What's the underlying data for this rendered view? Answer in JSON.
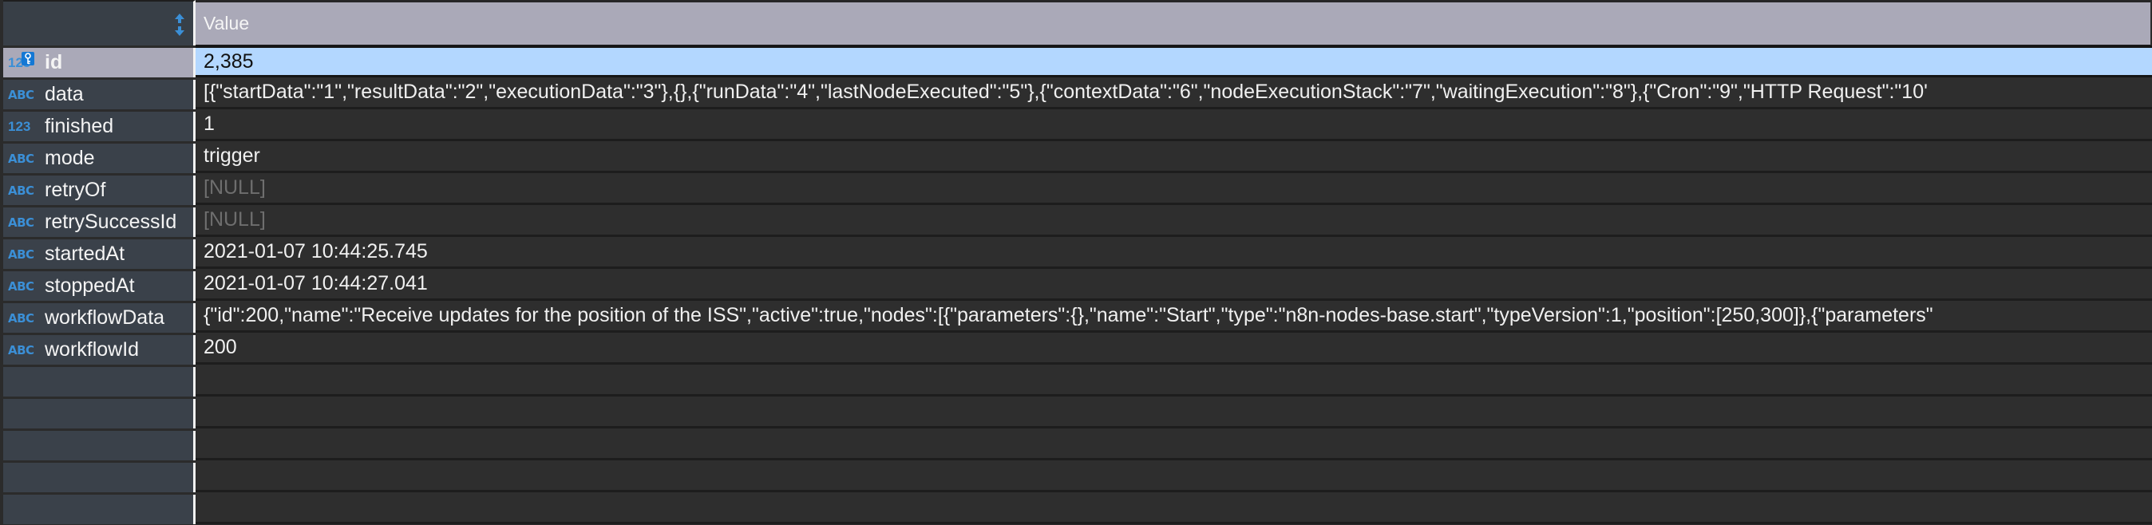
{
  "header": {
    "value_column": "Value",
    "sort_icon": "sort-arrows-icon"
  },
  "rows": [
    {
      "type": "123",
      "key": true,
      "field": "id",
      "value": "2,385",
      "selected": true
    },
    {
      "type": "ABC",
      "field": "data",
      "value": "[{\"startData\":\"1\",\"resultData\":\"2\",\"executionData\":\"3\"},{},{\"runData\":\"4\",\"lastNodeExecuted\":\"5\"},{\"contextData\":\"6\",\"nodeExecutionStack\":\"7\",\"waitingExecution\":\"8\"},{\"Cron\":\"9\",\"HTTP Request\":\"10'"
    },
    {
      "type": "123",
      "field": "finished",
      "value": "1"
    },
    {
      "type": "ABC",
      "field": "mode",
      "value": "trigger"
    },
    {
      "type": "ABC",
      "field": "retryOf",
      "value": "[NULL]",
      "null": true
    },
    {
      "type": "ABC",
      "field": "retrySuccessId",
      "value": "[NULL]",
      "null": true
    },
    {
      "type": "ABC",
      "field": "startedAt",
      "value": "2021-01-07 10:44:25.745"
    },
    {
      "type": "ABC",
      "field": "stoppedAt",
      "value": "2021-01-07 10:44:27.041"
    },
    {
      "type": "ABC",
      "field": "workflowData",
      "value": "{\"id\":200,\"name\":\"Receive updates for the position of the ISS\",\"active\":true,\"nodes\":[{\"parameters\":{},\"name\":\"Start\",\"type\":\"n8n-nodes-base.start\",\"typeVersion\":1,\"position\":[250,300]},{\"parameters\""
    },
    {
      "type": "ABC",
      "field": "workflowId",
      "value": "200"
    }
  ],
  "empty_rows": 5,
  "colors": {
    "selected_value_bg": "#b3d7ff",
    "header_bg": "#aaa9b8",
    "field_bg": "#3a414a",
    "value_bg": "#2e2e2e",
    "type_icon": "#3b8fd6",
    "null_text": "#6e6e6e"
  }
}
